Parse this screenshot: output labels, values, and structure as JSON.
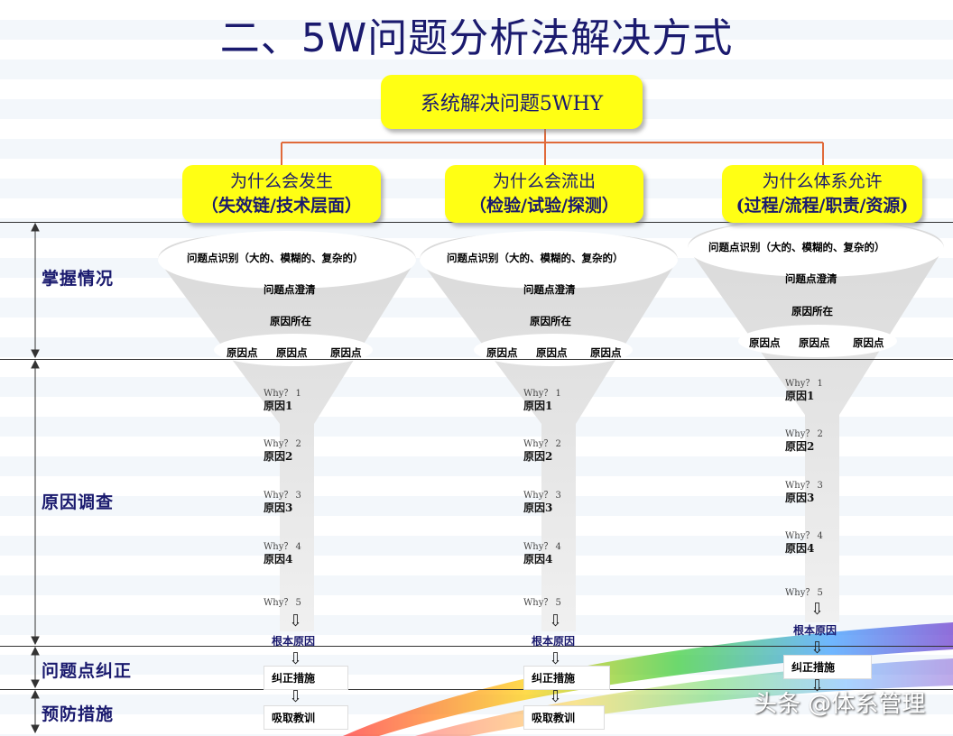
{
  "title": "二、5W问题分析法解决方式",
  "root": "系统解决问题5WHY",
  "branches": [
    {
      "line1": "为什么会发生",
      "line2": "（失效链/技术层面）"
    },
    {
      "line1": "为什么会流出",
      "line2": "（检验/试验/探测）"
    },
    {
      "line1": "为什么体系允许",
      "line2": "(过程/流程/职责/资源)"
    }
  ],
  "stages": {
    "s1": "掌握情况",
    "s2": "原因调查",
    "s3": "问题点纠正",
    "s4": "预防措施"
  },
  "funnel": {
    "identify": "问题点识别（大的、模糊的、复杂的）",
    "clarify": "问题点澄清",
    "location": "原因所在",
    "point": "原因点",
    "whys": [
      "Why？ 1",
      "Why？ 2",
      "Why？ 3",
      "Why？ 4",
      "Why？ 5"
    ],
    "causes": [
      "原因1",
      "原因2",
      "原因3",
      "原因4"
    ],
    "root_cause": "根本原因",
    "correct": "纠正措施",
    "lesson": "吸取教训"
  },
  "watermark": "头条 @体系管理"
}
